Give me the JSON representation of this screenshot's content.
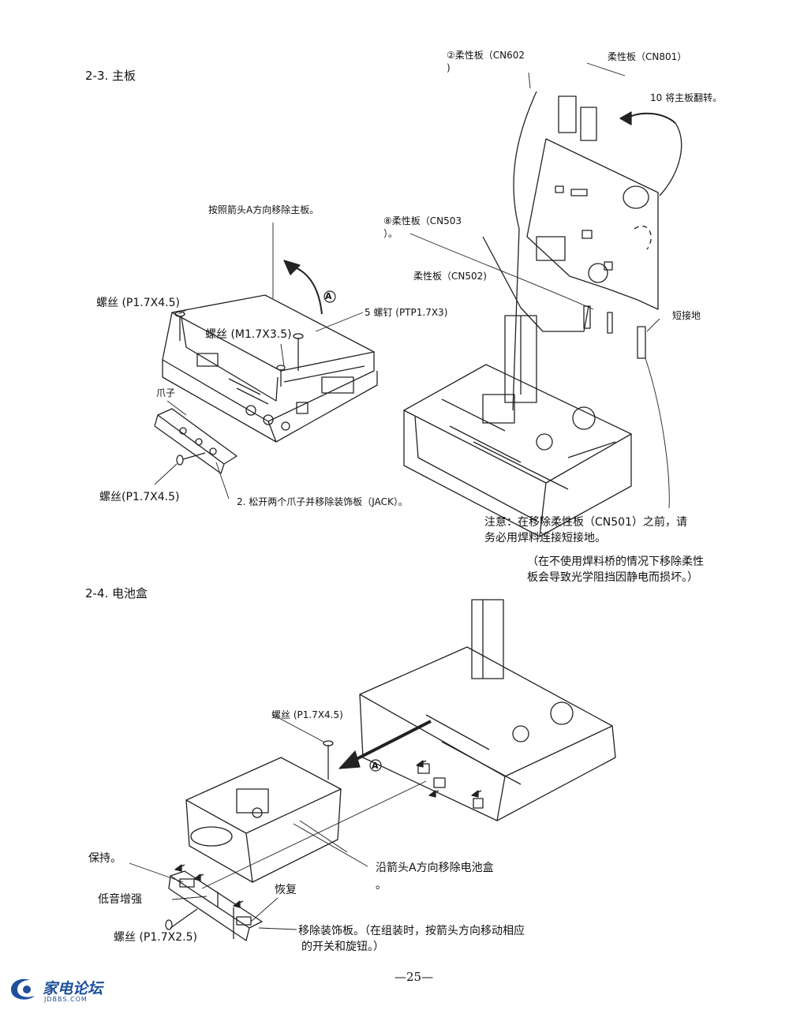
{
  "sections": {
    "main_board": {
      "heading": "2-3. 主板",
      "labels": {
        "flex_cn602_a": "②柔性板（CN602",
        "flex_cn602_b": ")",
        "flex_cn801": "柔性板（CN801）",
        "step10": "10 将主板翻转。",
        "remove_dir_a": "按照箭头A方向移除主板。",
        "flex_cn503_a": "⑧柔性板（CN503",
        "flex_cn503_b": "）。",
        "flex_cn502": "柔性板（CN502)",
        "screw_p17x45_top": "螺丝 (P1.7X4.5)",
        "screw5_ptp": "5 螺钉 (PTP1.7X3)",
        "screw_m17x35": "螺丝 (M1.7X3.5)",
        "short_ground": "短接地",
        "claw": "爪子",
        "screw_p17x45_bottom": "螺丝(P1.7X4.5)",
        "step2": "2. 松开两个爪子并移除装饰板（JACK）。",
        "note_a": "注意：在移除柔性板（CN501）之前，请",
        "note_b": "务必用焊料连接短接地。",
        "note_c": "（在不使用焊料桥的情况下移除柔性",
        "note_d": "板会导致光学阻挡因静电而损坏。）",
        "arrow_mark": "A"
      }
    },
    "battery_box": {
      "heading": "2-4. 电池盒",
      "labels": {
        "screw_p17x45": "螺丝 (P1.7X4.5)",
        "remove_dir_a": "沿箭头A方向移除电池盒",
        "period": "。",
        "hold": "保持。",
        "bass_boost": "低音增强",
        "restore": "恢复",
        "remove_trim_a": "移除装饰板。（在组装时，按箭头方向移动相应",
        "remove_trim_b": "的开关和旋钮。）",
        "screw_p17x25": "螺丝 (P1.7X2.5)",
        "arrow_mark": "A"
      }
    }
  },
  "page_number": "—25—",
  "watermark": {
    "name_cn": "家电论坛",
    "site": "JDBBS.COM",
    "color": "#1e4f9c"
  }
}
